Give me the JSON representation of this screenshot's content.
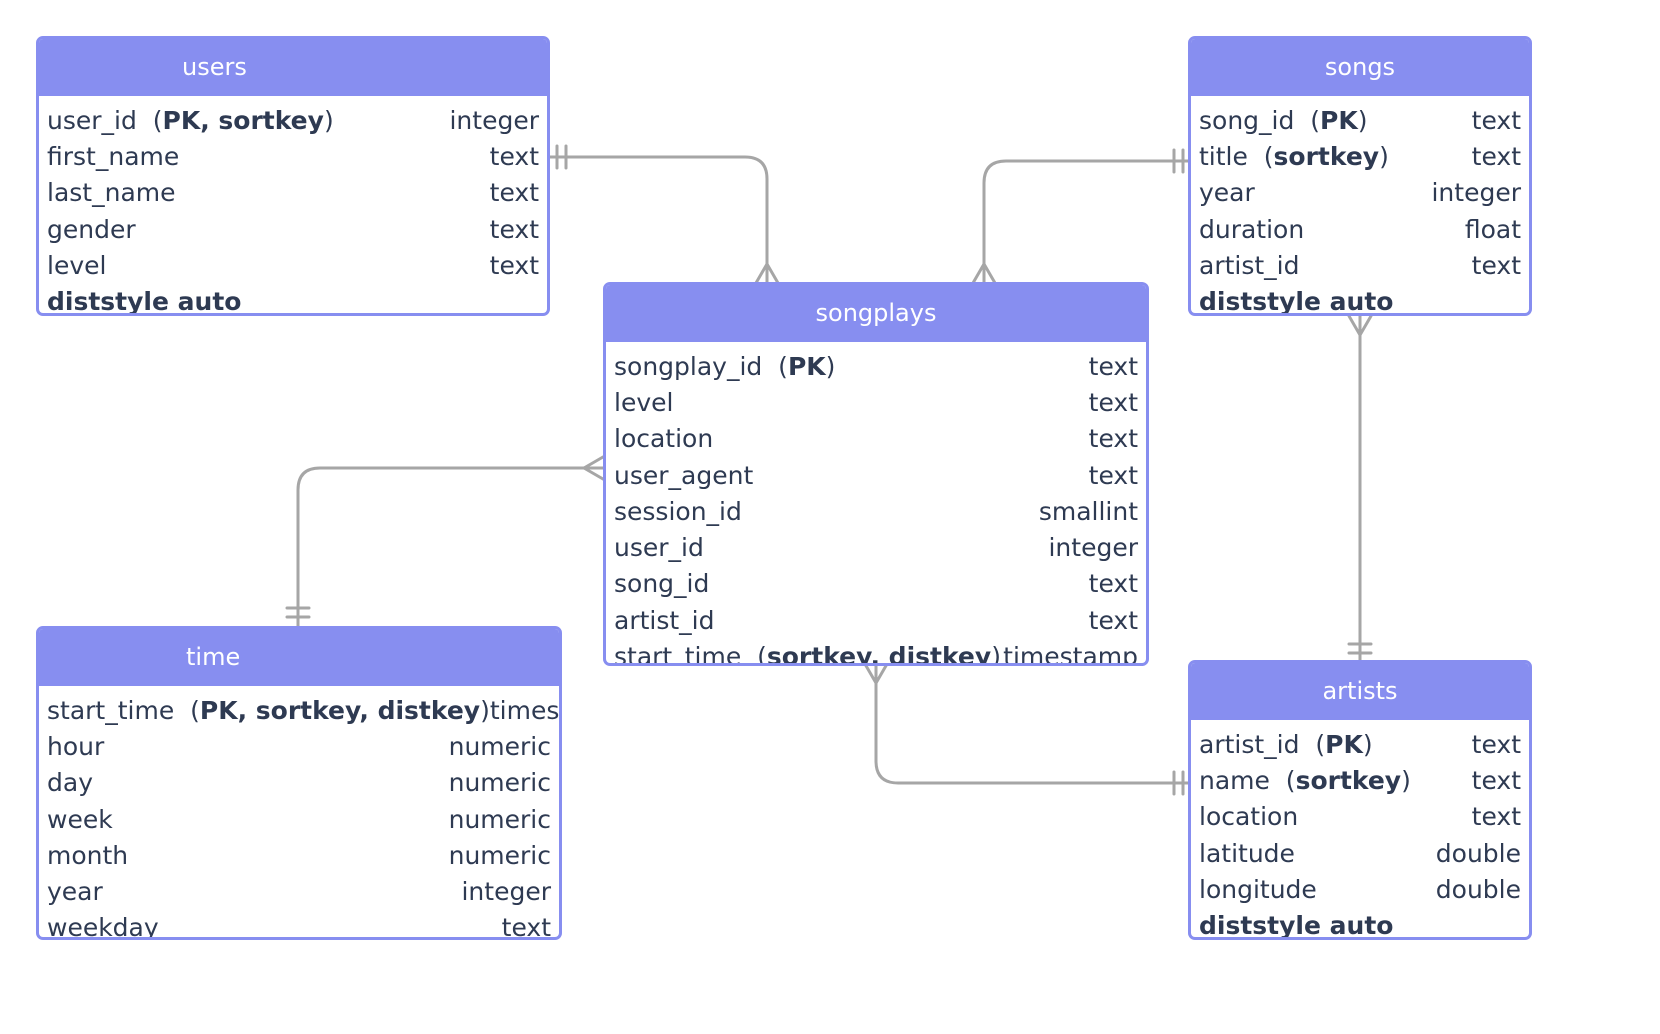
{
  "diagram": {
    "colors": {
      "header": "#878ef0",
      "border": "#878ef0",
      "connector": "#a6a6a6",
      "text": "#2e3a52"
    },
    "entities": [
      {
        "id": "users",
        "title": "users",
        "fields": [
          {
            "name": "user_id",
            "tag": "PK, sortkey",
            "type": "integer"
          },
          {
            "name": "first_name",
            "tag": "",
            "type": "text"
          },
          {
            "name": "last_name",
            "tag": "",
            "type": "text"
          },
          {
            "name": "gender",
            "tag": "",
            "type": "text"
          },
          {
            "name": "level",
            "tag": "",
            "type": "text"
          }
        ],
        "footer": "diststyle auto"
      },
      {
        "id": "songs",
        "title": "songs",
        "fields": [
          {
            "name": "song_id",
            "tag": "PK",
            "type": "text"
          },
          {
            "name": "title",
            "tag": "sortkey",
            "type": "text"
          },
          {
            "name": "year",
            "tag": "",
            "type": "integer"
          },
          {
            "name": "duration",
            "tag": "",
            "type": "float"
          },
          {
            "name": "artist_id",
            "tag": "",
            "type": "text"
          }
        ],
        "footer": "diststyle auto"
      },
      {
        "id": "songplays",
        "title": "songplays",
        "fields": [
          {
            "name": "songplay_id",
            "tag": "PK",
            "type": "text"
          },
          {
            "name": "level",
            "tag": "",
            "type": "text"
          },
          {
            "name": "location",
            "tag": "",
            "type": "text"
          },
          {
            "name": "user_agent",
            "tag": "",
            "type": "text"
          },
          {
            "name": "session_id",
            "tag": "",
            "type": "smallint"
          },
          {
            "name": "user_id",
            "tag": "",
            "type": "integer"
          },
          {
            "name": "song_id",
            "tag": "",
            "type": "text"
          },
          {
            "name": "artist_id",
            "tag": "",
            "type": "text"
          },
          {
            "name": "start_time",
            "tag": "sortkey, distkey",
            "type": "timestamp"
          }
        ],
        "footer": ""
      },
      {
        "id": "time",
        "title": "time",
        "fields": [
          {
            "name": "start_time",
            "tag": "PK, sortkey, distkey",
            "type": "timestamp"
          },
          {
            "name": "hour",
            "tag": "",
            "type": "numeric"
          },
          {
            "name": "day",
            "tag": "",
            "type": "numeric"
          },
          {
            "name": "week",
            "tag": "",
            "type": "numeric"
          },
          {
            "name": "month",
            "tag": "",
            "type": "numeric"
          },
          {
            "name": "year",
            "tag": "",
            "type": "integer"
          },
          {
            "name": "weekday",
            "tag": "",
            "type": "text"
          }
        ],
        "footer": ""
      },
      {
        "id": "artists",
        "title": "artists",
        "fields": [
          {
            "name": "artist_id",
            "tag": "PK",
            "type": "text"
          },
          {
            "name": "name",
            "tag": "sortkey",
            "type": "text"
          },
          {
            "name": "location",
            "tag": "",
            "type": "text"
          },
          {
            "name": "latitude",
            "tag": "",
            "type": "double"
          },
          {
            "name": "longitude",
            "tag": "",
            "type": "double"
          }
        ],
        "footer": "diststyle auto"
      }
    ],
    "relationships": [
      {
        "from": "users",
        "from_cardinality": "exactly-one",
        "to": "songplays",
        "to_cardinality": "many"
      },
      {
        "from": "songs",
        "from_cardinality": "exactly-one",
        "to": "songplays",
        "to_cardinality": "many"
      },
      {
        "from": "time",
        "from_cardinality": "exactly-one",
        "to": "songplays",
        "to_cardinality": "many"
      },
      {
        "from": "artists",
        "from_cardinality": "exactly-one",
        "to": "songplays",
        "to_cardinality": "many"
      },
      {
        "from": "artists",
        "from_cardinality": "exactly-one",
        "to": "songs",
        "to_cardinality": "many"
      }
    ]
  }
}
